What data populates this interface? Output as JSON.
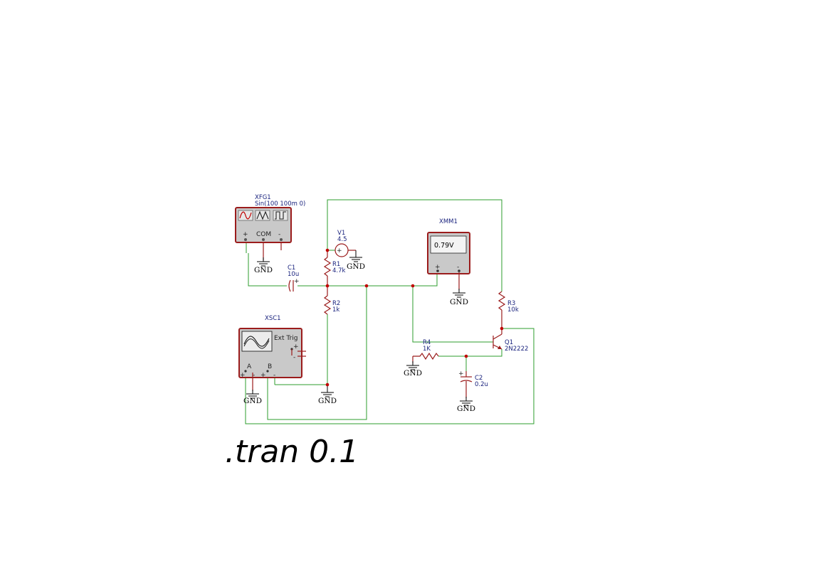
{
  "function_generator": {
    "name": "XFG1",
    "setting": "Sin(100 100m 0)",
    "plus": "+",
    "com": "COM",
    "minus": "-",
    "icons": [
      "sine-wave-icon",
      "triangle-wave-icon",
      "square-wave-icon"
    ]
  },
  "voltage_source": {
    "name": "V1",
    "value": "4.5"
  },
  "multimeter": {
    "name": "XMM1",
    "reading": "0.79V",
    "plus": "+",
    "minus": "-"
  },
  "oscilloscope": {
    "name": "XSC1",
    "ext_trig": "Ext Trig",
    "channel_a": "A",
    "channel_b": "B",
    "plus": "+",
    "minus": "-"
  },
  "components": {
    "r1": {
      "name": "R1",
      "value": "4.7k"
    },
    "r2": {
      "name": "R2",
      "value": "1k"
    },
    "r3": {
      "name": "R3",
      "value": "10k"
    },
    "r4": {
      "name": "R4",
      "value": "1K"
    },
    "c1": {
      "name": "C1",
      "value": "10u"
    },
    "c2": {
      "name": "C2",
      "value": "0.2u"
    },
    "q1": {
      "name": "Q1",
      "value": "2N2222"
    }
  },
  "ground_label": "GND",
  "directive": ".tran 0.1",
  "colors": {
    "wire": "#2e9e2e",
    "component": "#9b1c1c",
    "label": "#1a237e",
    "node": "#c00000"
  }
}
